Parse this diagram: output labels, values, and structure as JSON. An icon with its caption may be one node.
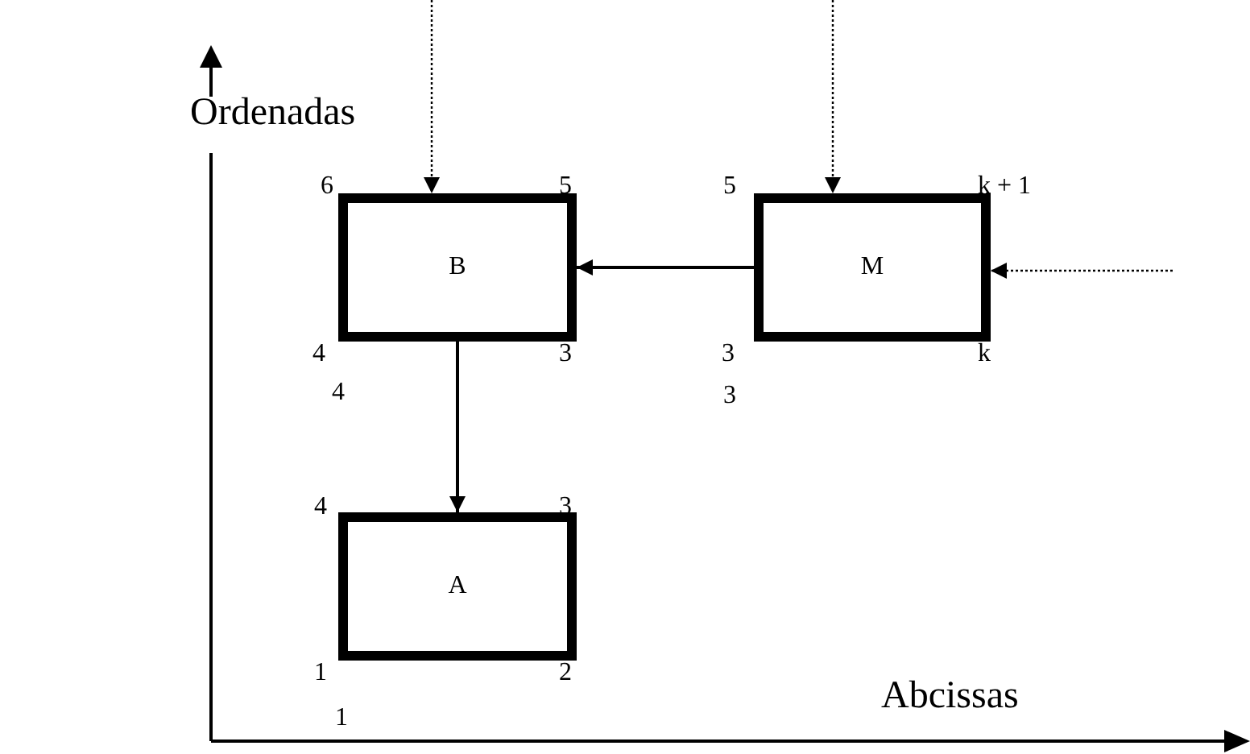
{
  "diagram": {
    "nodes": [
      {
        "text": [
          "B"
        ]
      },
      {
        "text": [
          "M"
        ]
      },
      {
        "text": [
          "A"
        ]
      }
    ],
    "edges": [
      {
        "from": null,
        "to": 0,
        "arrow": "to",
        "style": "dashed"
      },
      {
        "from": null,
        "to": 1,
        "arrow": "to",
        "style": "dashed"
      },
      {
        "from": 1,
        "to": 0,
        "arrow": "to"
      },
      {
        "from": null,
        "to": 1,
        "arrow": "to",
        "style": "dashed"
      },
      {
        "from": 0,
        "to": 2,
        "arrow": "to"
      }
    ],
    "labels": [
      "Ordenadas",
      "6",
      "5",
      "5",
      "k + 1",
      "4",
      "3",
      "3",
      "k",
      "4",
      "3",
      "4",
      "3",
      "1",
      "2",
      "1",
      "Abcissas"
    ]
  }
}
